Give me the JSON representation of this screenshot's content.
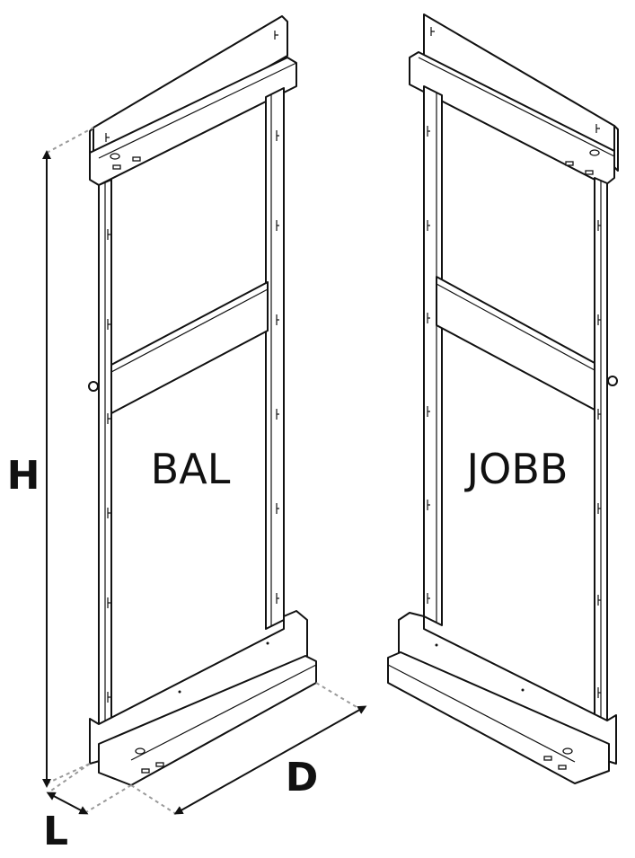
{
  "panels": {
    "left_label": "BAL",
    "right_label": "JOBB"
  },
  "dimensions": {
    "height_label": "H",
    "depth_label": "D",
    "length_label": "L"
  },
  "colors": {
    "line": "#111111",
    "dashed_leader": "#9a9a9a",
    "background": "#ffffff"
  }
}
